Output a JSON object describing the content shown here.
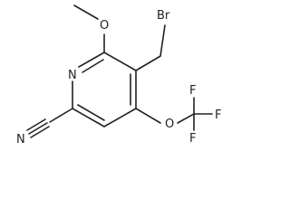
{
  "molecule": {
    "atoms": {
      "br": "Br",
      "o_methoxy": "O",
      "n_ring": "N",
      "n_nitrile": "N",
      "o_ether": "O",
      "f1": "F",
      "f2": "F",
      "f3": "F"
    }
  },
  "colors": {
    "ink": "#222222",
    "background": "#ffffff"
  }
}
